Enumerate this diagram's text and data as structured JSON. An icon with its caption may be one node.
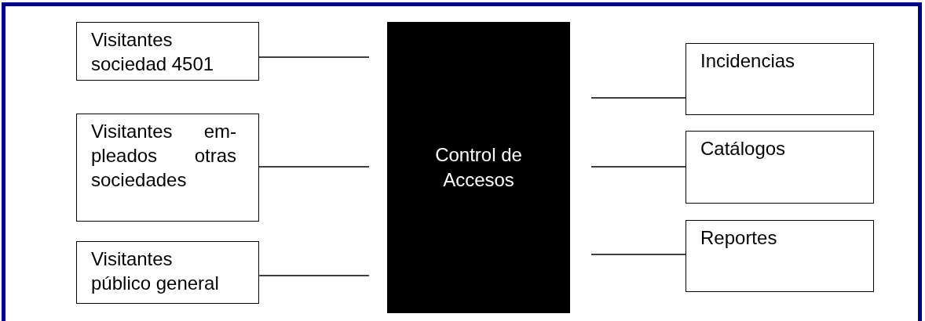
{
  "diagram": {
    "nodes": [
      {
        "text": [
          "Visitantes sociedad 4501"
        ]
      },
      {
        "text": [
          "Visitantes em- pleados otras sociedades"
        ]
      },
      {
        "text": [
          "Visitantes público general"
        ]
      },
      {
        "text": [
          "Control de Accesos"
        ]
      },
      {
        "text": [
          "Incidencias"
        ]
      },
      {
        "text": [
          "Catálogos"
        ]
      },
      {
        "text": [
          "Reportes"
        ]
      }
    ],
    "edges": [
      {
        "from": 0,
        "to": null,
        "arrow": "none"
      },
      {
        "from": 1,
        "to": null,
        "arrow": "none"
      },
      {
        "from": 2,
        "to": null,
        "arrow": "none"
      },
      {
        "from": null,
        "to": 4,
        "arrow": "none"
      },
      {
        "from": null,
        "to": 5,
        "arrow": "none"
      },
      {
        "from": null,
        "to": 6,
        "arrow": "none"
      }
    ]
  }
}
